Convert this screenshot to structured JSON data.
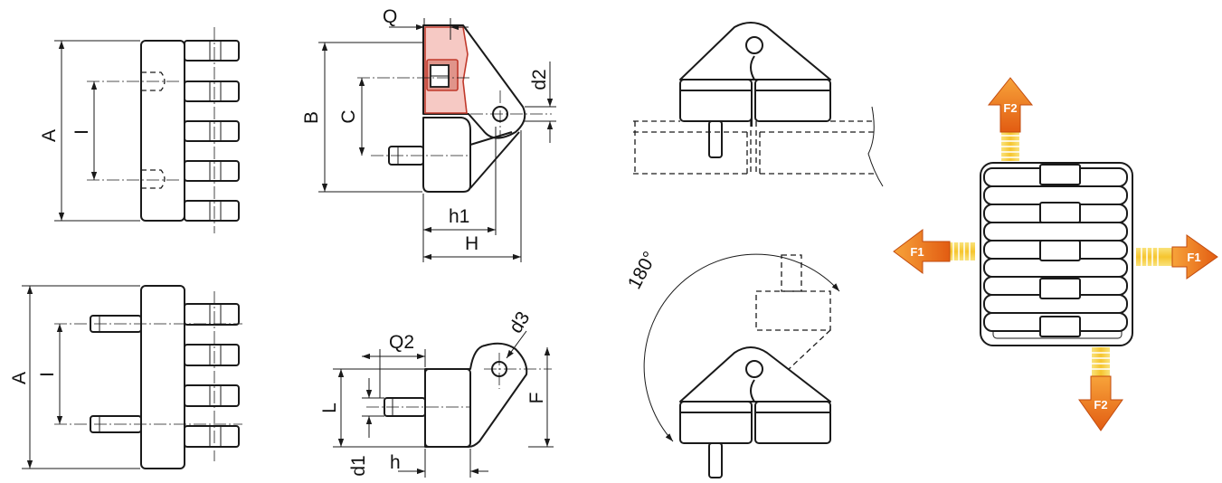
{
  "labels": {
    "A": "A",
    "I": "I",
    "B": "B",
    "C": "C",
    "Q": "Q",
    "d2": "d2",
    "h1": "h1",
    "H": "H",
    "Q2": "Q2",
    "d3": "d3",
    "L": "L",
    "F": "F",
    "d1": "d1",
    "h": "h",
    "angle": "180°",
    "F1": "F1",
    "F2": "F2"
  },
  "colors": {
    "line": "#1a1a1a",
    "section_fill": "#f6c9c4",
    "section_stroke": "#c0392b",
    "arrow_orange": "#e9711c",
    "arrow_yellow": "#f6c52e"
  }
}
